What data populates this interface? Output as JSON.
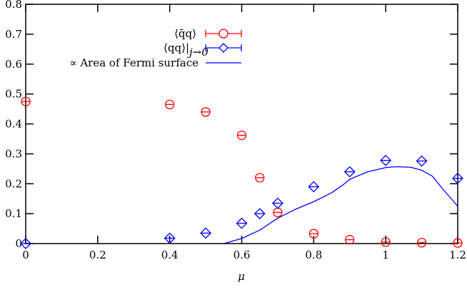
{
  "chart_data": {
    "type": "scatter",
    "title": "",
    "xlabel": "μ",
    "ylabel": "",
    "xlim": [
      0,
      1.2
    ],
    "ylim": [
      0,
      0.8
    ],
    "xticks": [
      "0",
      "0.2",
      "0.4",
      "0.6",
      "0.8",
      "1",
      "1.2"
    ],
    "yticks": [
      "0",
      "0.1",
      "0.2",
      "0.3",
      "0.4",
      "0.5",
      "0.6",
      "0.7",
      "0.8"
    ],
    "grid": false,
    "legend_position": "top-center",
    "series": [
      {
        "name": "⟨q̄q⟩",
        "kind": "points-errorbars",
        "marker": "circle",
        "color": "#ff0000",
        "x": [
          0,
          0.4,
          0.5,
          0.6,
          0.65,
          0.7,
          0.8,
          0.9,
          1.0,
          1.1,
          1.2
        ],
        "y": [
          0.475,
          0.465,
          0.44,
          0.362,
          0.22,
          0.104,
          0.033,
          0.013,
          0.005,
          0.003,
          0.002
        ]
      },
      {
        "name": "⟨qq⟩|j→0",
        "kind": "points-errorbars",
        "marker": "diamond",
        "color": "#0000ff",
        "x": [
          0,
          0.4,
          0.5,
          0.6,
          0.65,
          0.7,
          0.8,
          0.9,
          1.0,
          1.1,
          1.2
        ],
        "y": [
          0,
          0.018,
          0.035,
          0.068,
          0.1,
          0.135,
          0.19,
          0.24,
          0.278,
          0.276,
          0.218
        ]
      },
      {
        "name": "∝ Area of Fermi surface",
        "kind": "line",
        "color": "#0000ff",
        "x": [
          0.55,
          0.6,
          0.65,
          0.7,
          0.75,
          0.8,
          0.85,
          0.88,
          0.9,
          0.95,
          1.0,
          1.03,
          1.07,
          1.1,
          1.13,
          1.16,
          1.2
        ],
        "y": [
          0,
          0.017,
          0.045,
          0.085,
          0.115,
          0.14,
          0.17,
          0.195,
          0.215,
          0.24,
          0.254,
          0.257,
          0.255,
          0.245,
          0.225,
          0.18,
          0.125
        ]
      }
    ],
    "legend": {
      "entries": [
        "⟨q̄q⟩",
        "⟨qq⟩|",
        "j→0",
        "∝ Area of Fermi surface"
      ]
    }
  }
}
